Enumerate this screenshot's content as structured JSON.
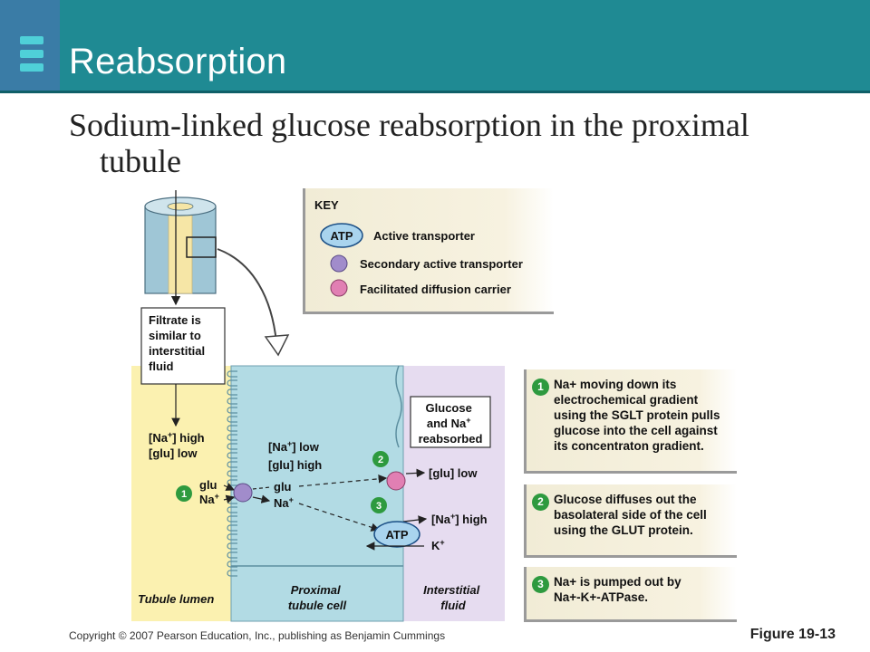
{
  "slide": {
    "title": "Reabsorption",
    "subtitle_line1": "Sodium-linked glucose reabsorption in the proximal",
    "subtitle_line2": "tubule",
    "footer_copyright": "Copyright © 2007 Pearson Education, Inc., publishing as Benjamin Cummings",
    "figure_label": "Figure 19-13"
  },
  "colors": {
    "header": "#1f8a93",
    "tubule_lumen": "#fbf1b0",
    "cell": "#b2dbe4",
    "interstitial": "#e6dcf0",
    "secondary_transporter": "#a18ccb",
    "facilitated_carrier": "#e17fb3",
    "atp_pump": "#a9d4ee",
    "step_badge": "#2e9a3f"
  },
  "key": {
    "heading": "KEY",
    "items": [
      {
        "symbol": "ATP",
        "label": "Active transporter"
      },
      {
        "label": "Secondary active transporter"
      },
      {
        "label": "Facilitated diffusion carrier"
      }
    ]
  },
  "diagram": {
    "filtrate_box": [
      "Filtrate is",
      "similar to",
      "interstitial",
      "fluid"
    ],
    "lumen_conc": [
      "[Na",
      "+",
      "] high",
      "[glu] low"
    ],
    "cell_conc": [
      "[Na",
      "+",
      "] low",
      "[glu] high"
    ],
    "glu": "glu",
    "na": "Na",
    "plus": "+",
    "glucose_box": [
      "Glucose",
      "and Na",
      "+",
      "reabsorbed"
    ],
    "glu_low": "[glu] low",
    "na_high": [
      "[Na",
      "+",
      "] high"
    ],
    "atp": "ATP",
    "k": "K",
    "regions": {
      "lumen": "Tubule lumen",
      "cell": [
        "Proximal",
        "tubule cell"
      ],
      "interstitial": [
        "Interstitial",
        "fluid"
      ]
    },
    "step_numbers": [
      "1",
      "2",
      "3"
    ]
  },
  "steps": [
    {
      "num": "1",
      "lines": [
        "Na+ moving down its",
        "electrochemical gradient",
        "using the SGLT protein pulls",
        "glucose into the cell against",
        "its concentraton gradient."
      ]
    },
    {
      "num": "2",
      "lines": [
        "Glucose diffuses out the",
        "basolateral side of the cell",
        "using the GLUT protein."
      ]
    },
    {
      "num": "3",
      "lines": [
        "Na+ is pumped out by",
        "Na+-K+-ATPase."
      ]
    }
  ]
}
